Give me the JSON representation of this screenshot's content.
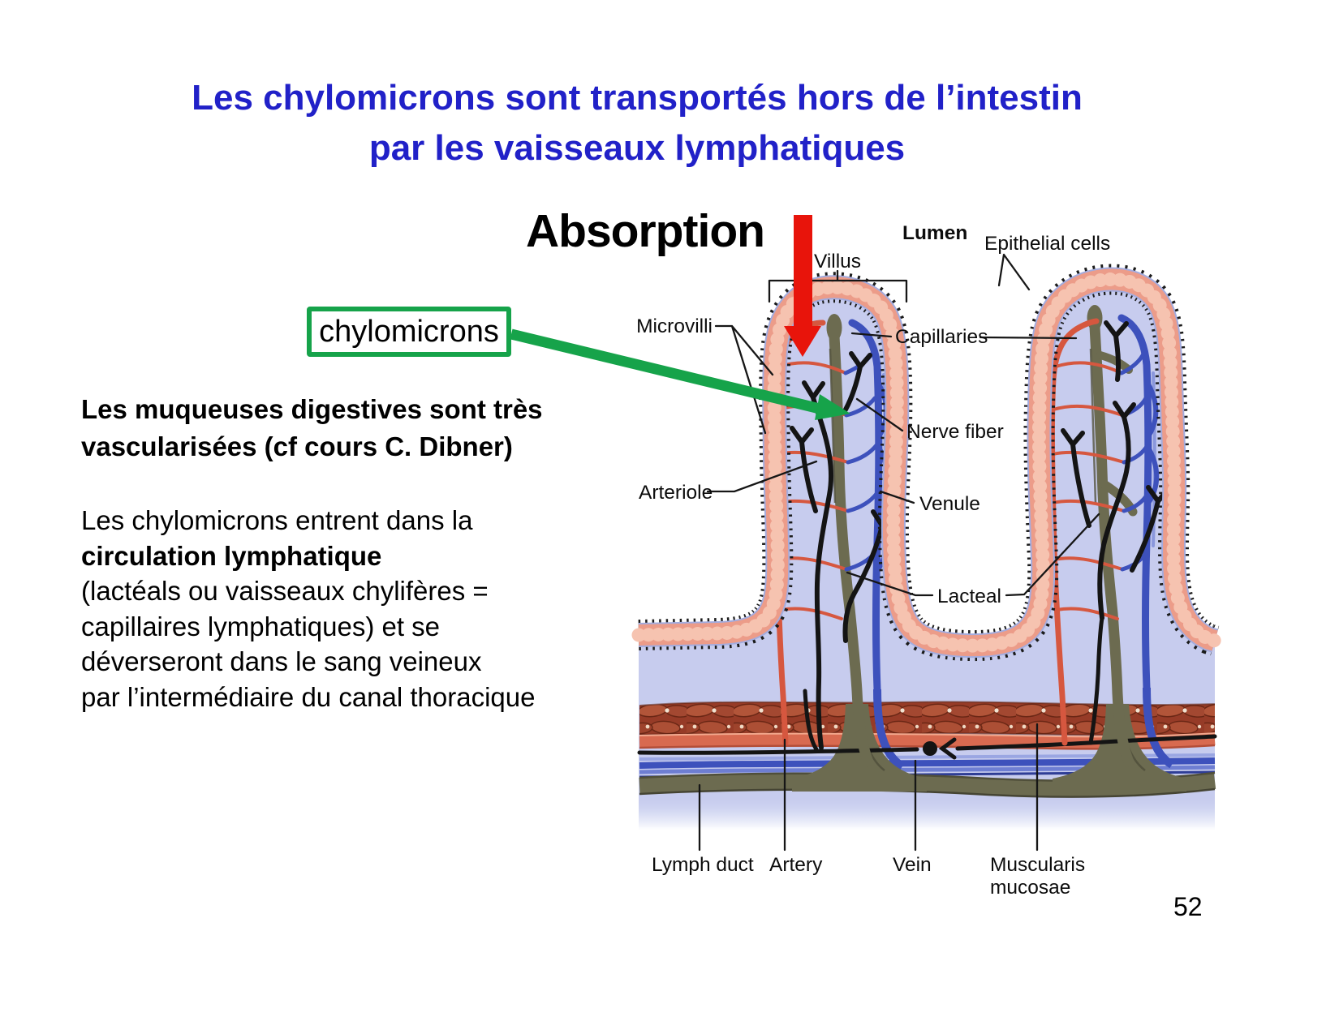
{
  "slide": {
    "page_number": "52"
  },
  "title": {
    "line1": "Les chylomicrons sont transportés hors de l’intestin",
    "line2": "par les vaisseaux lymphatiques",
    "color": "#2121c8"
  },
  "heading": {
    "absorption": "Absorption"
  },
  "callout": {
    "chylomicrons": "chylomicrons",
    "border_color": "#16a34a"
  },
  "paragraph_bold": {
    "line1": "Les muqueuses digestives sont très",
    "line2": "vascularisées (cf cours C. Dibner)"
  },
  "paragraph": {
    "line1": "Les chylomicrons entrent dans la",
    "line2": "circulation lymphatique",
    "line3": "(lactéals ou vaisseaux chylifères =",
    "line4": "capillaires lymphatiques) et se",
    "line5": "déverseront dans le sang veineux",
    "line6": "par l’intermédiaire du canal thoracique"
  },
  "diagram": {
    "labels": {
      "lumen": "Lumen",
      "epithelial_cells": "Epithelial cells",
      "villus": "Villus",
      "microvilli": "Microvilli",
      "capillaries": "Capillaries",
      "nerve_fiber": "Nerve fiber",
      "arteriole": "Arteriole",
      "venule": "Venule",
      "lacteal": "Lacteal",
      "lymph_duct": "Lymph duct",
      "artery": "Artery",
      "vein": "Vein",
      "muscularis_line1": "Muscularis",
      "muscularis_line2": "mucosae"
    },
    "colors": {
      "epithelium_band": "#ec9c89",
      "epithelium_cells": "#f6c3b0",
      "villus_interior": "#c7ccee",
      "lacteal_lymph": "#6c6b50",
      "artery_red": "#d6573f",
      "vein_blue": "#3d51bc",
      "muscle_brown": "#9c4631",
      "nerve_black": "#141414",
      "arrow_red": "#e8140b",
      "arrow_green": "#16a34a"
    }
  }
}
